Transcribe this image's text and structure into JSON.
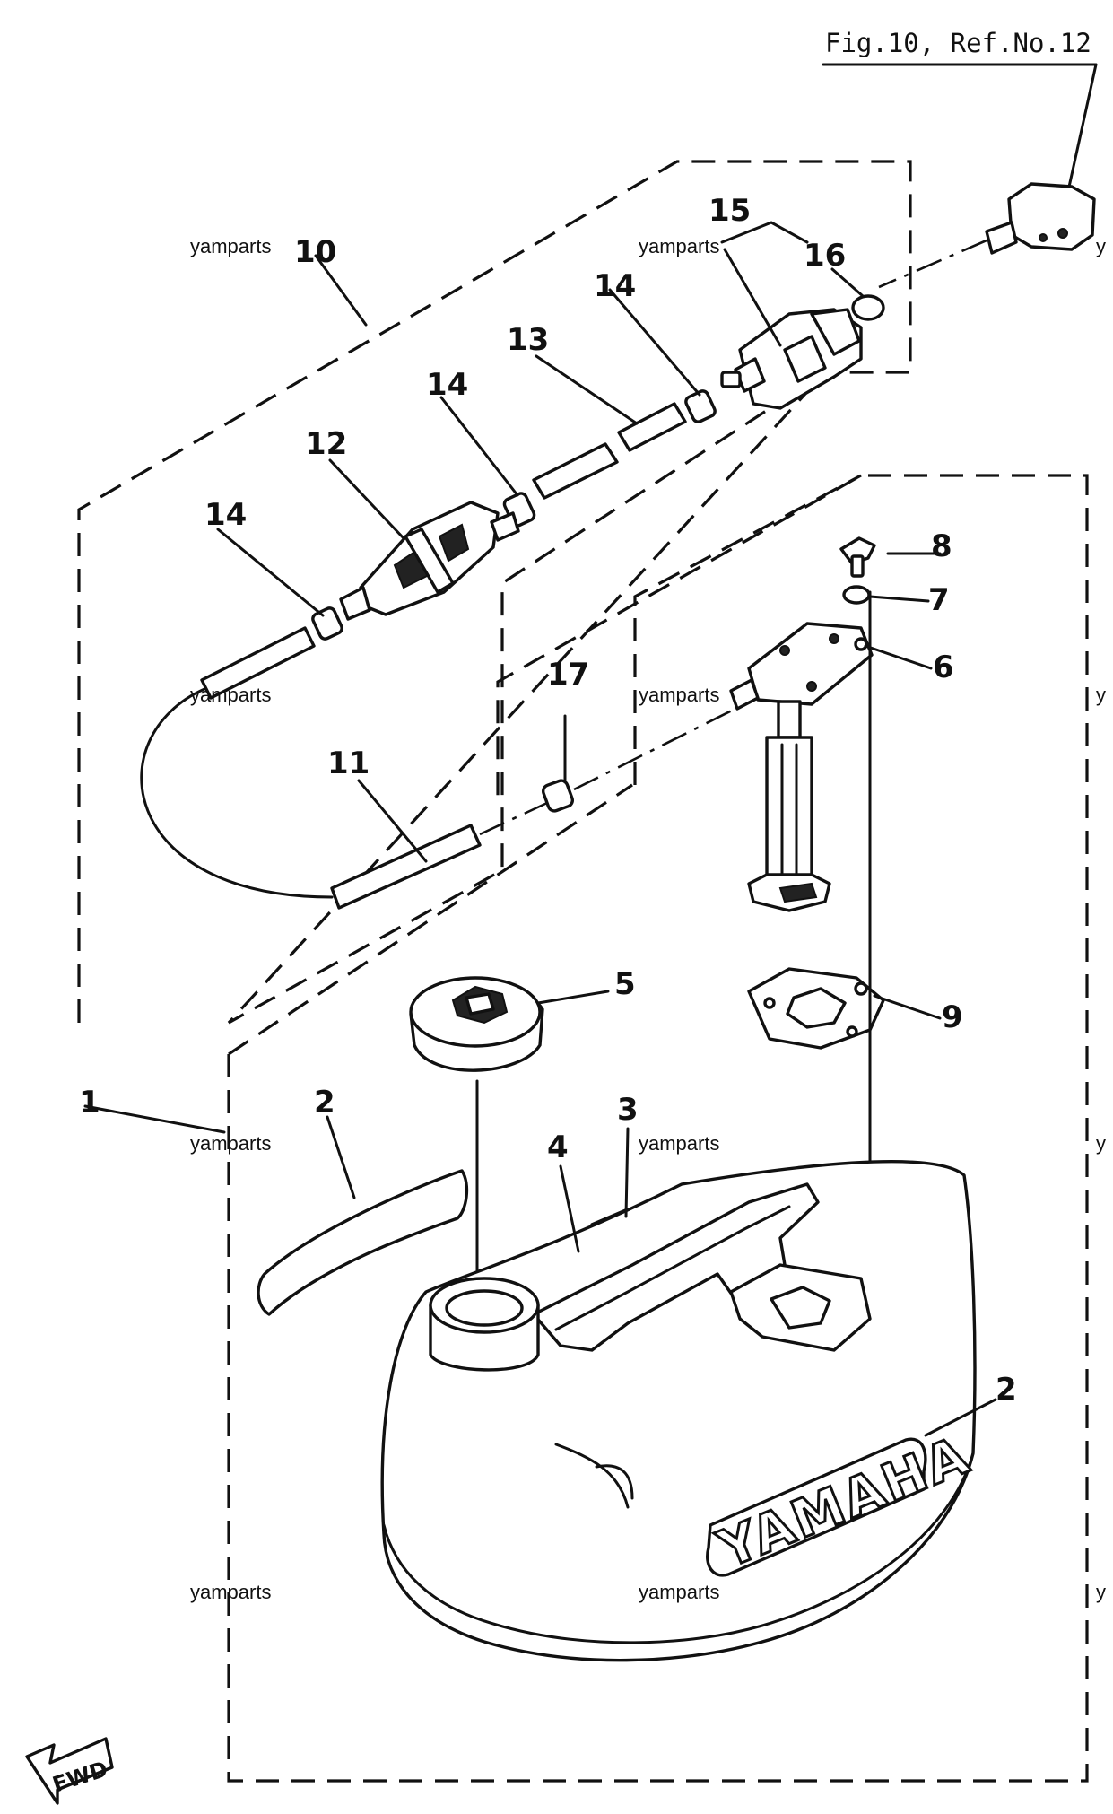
{
  "reference": "Fig.10, Ref.No.12",
  "fwd_label": "FWD",
  "brand_text": "YAMAHA",
  "watermark": "yamparts",
  "watermark_edge": "y",
  "callouts": {
    "c1": "1",
    "c2a": "2",
    "c2b": "2",
    "c3": "3",
    "c4": "4",
    "c5": "5",
    "c6": "6",
    "c7": "7",
    "c8": "8",
    "c9": "9",
    "c10": "10",
    "c11": "11",
    "c12": "12",
    "c13": "13",
    "c14a": "14",
    "c14b": "14",
    "c14c": "14",
    "c15": "15",
    "c16": "16",
    "c17": "17"
  }
}
